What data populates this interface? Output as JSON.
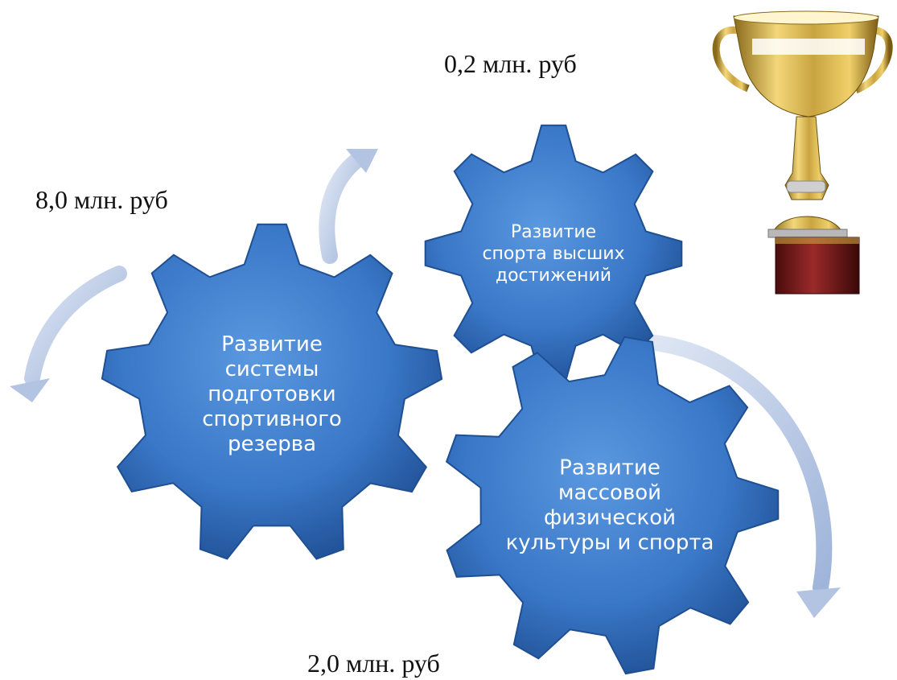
{
  "amounts": {
    "top": "0,2 млн. руб",
    "left": "8,0 млн. руб",
    "bottom": "2,0 млн. руб"
  },
  "gears": {
    "reserve": [
      "Развитие",
      "системы",
      "подготовки",
      "спортивного",
      "резерва"
    ],
    "elite": [
      "Развитие",
      "спорта высших",
      "достижений"
    ],
    "mass": [
      "Развитие",
      "массовой",
      "физической",
      "культуры и спорта"
    ]
  },
  "colors": {
    "gear_fill": "#3a78c8",
    "gear_dark": "#1f4f93",
    "arrow": "#b3c4e3",
    "cup_gold": "#c9a440",
    "cup_base": "#7a1a1a"
  }
}
